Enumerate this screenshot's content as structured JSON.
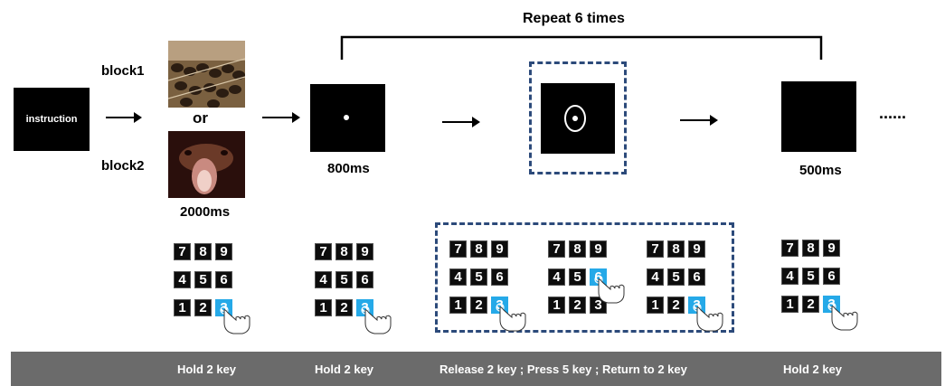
{
  "repeat_label": "Repeat 6 times",
  "instruction_label": "instruction",
  "block1_label": "block1",
  "block2_label": "block2",
  "or_label": "or",
  "durations": {
    "stimulus": "2000ms",
    "fixation": "800ms",
    "blank": "500ms"
  },
  "ellipsis": "......",
  "keypad_keys": [
    "7",
    "8",
    "9",
    "4",
    "5",
    "6",
    "1",
    "2",
    "3"
  ],
  "bottom_bar": {
    "hold1": "Hold  2 key",
    "hold2": "Hold  2 key",
    "release": "Release 2 key ; Press 5 key ; Return to 2 key",
    "hold3": "Hold 2 key"
  },
  "colors": {
    "key_highlight": "#25a9e8",
    "dashed_border": "#2c4a7a",
    "bottom_bar": "#6b6b6b"
  }
}
